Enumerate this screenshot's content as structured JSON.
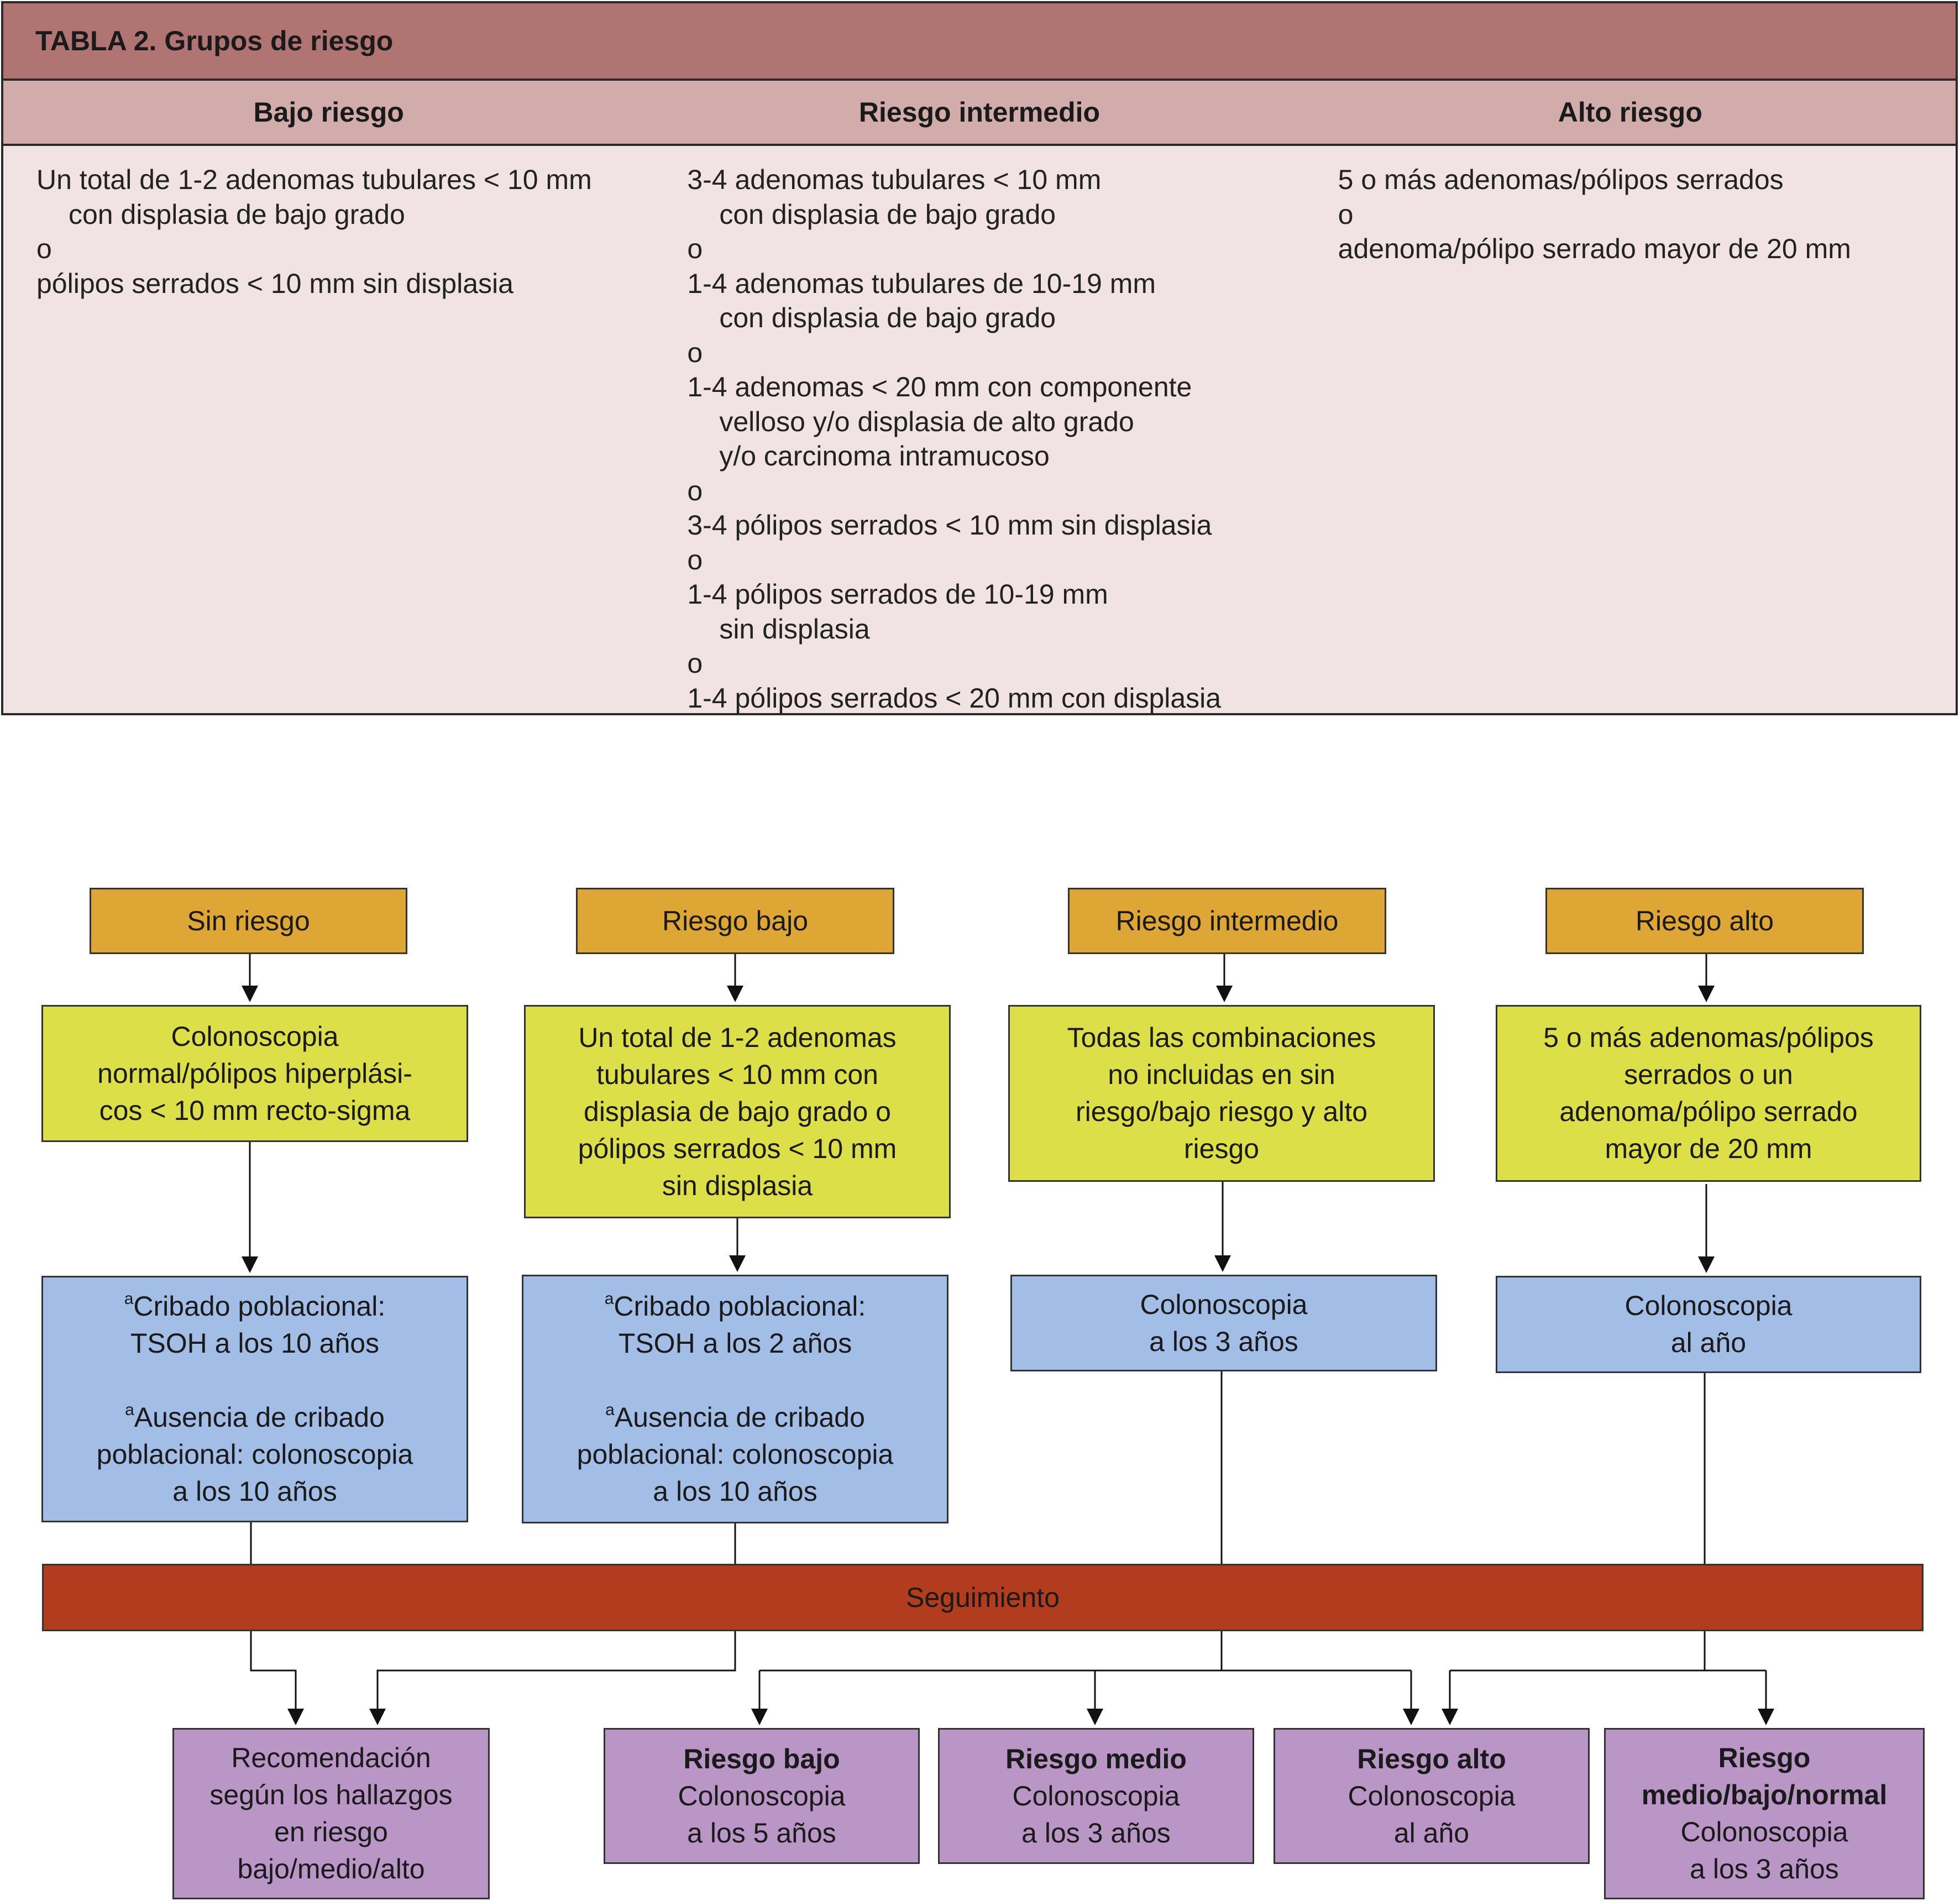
{
  "table": {
    "title": "TABLA 2. Grupos de riesgo",
    "headers": [
      "Bajo riesgo",
      "Riesgo intermedio",
      "Alto riesgo"
    ],
    "bajo": [
      "Un total de 1-2 adenomas tubulares < 10 mm",
      "con displasia de bajo grado",
      "o",
      "pólipos serrados < 10 mm sin displasia"
    ],
    "intermedio": [
      "3-4 adenomas tubulares < 10 mm",
      "con displasia de bajo grado",
      "o",
      "1-4 adenomas tubulares de 10-19 mm",
      "con displasia de bajo grado",
      "o",
      "1-4 adenomas < 20 mm con componente",
      "velloso y/o displasia de alto grado",
      "y/o carcinoma intramucoso",
      "o",
      "3-4 pólipos serrados < 10 mm sin displasia",
      "o",
      "1-4 pólipos serrados de 10-19 mm",
      "sin displasia",
      "o",
      "1-4 pólipos serrados < 20 mm con displasia"
    ],
    "alto": [
      "5 o más adenomas/pólipos serrados",
      "o",
      "adenoma/pólipo serrado mayor de 20 mm"
    ]
  },
  "flow": {
    "groups": [
      "Sin riesgo",
      "Riesgo bajo",
      "Riesgo intermedio",
      "Riesgo alto"
    ],
    "criteria": {
      "sin": [
        "Colonoscopia",
        "normal/pólipos hiperplási-",
        "cos < 10 mm recto-sigma"
      ],
      "bajo": [
        "Un total de 1-2 adenomas",
        "tubulares < 10 mm con",
        "displasia de bajo grado o",
        "pólipos serrados < 10 mm",
        "sin displasia"
      ],
      "intermedio": [
        "Todas las combinaciones",
        "no incluidas en sin",
        "riesgo/bajo riesgo y alto",
        "riesgo"
      ],
      "alto": [
        "5 o más adenomas/pólipos",
        "serrados o un",
        "adenoma/pólipo serrado",
        "mayor de 20 mm"
      ]
    },
    "actions": {
      "sin": {
        "sup": "a",
        "l1": "Cribado poblacional:",
        "l2": "TSOH a los 10 años",
        "l3": "Ausencia de cribado",
        "l4": "poblacional: colonoscopia",
        "l5": "a los 10 años"
      },
      "bajo": {
        "sup": "a",
        "l1": "Cribado poblacional:",
        "l2": "TSOH a los 2 años",
        "l3": "Ausencia de cribado",
        "l4": "poblacional: colonoscopia",
        "l5": "a los 10 años"
      },
      "intermedio": [
        "Colonoscopia",
        "a los 3 años"
      ],
      "alto": [
        "Colonoscopia",
        "al año"
      ]
    },
    "seguimiento": "Seguimiento",
    "outcomes": {
      "rec": [
        "Recomendación",
        "según los hallazgos",
        "en riesgo",
        "bajo/medio/alto"
      ],
      "bajo": {
        "title": "Riesgo bajo",
        "l1": "Colonoscopia",
        "l2": "a los 5 años"
      },
      "medio": {
        "title": "Riesgo medio",
        "l1": "Colonoscopia",
        "l2": "a los 3 años"
      },
      "alto": {
        "title": "Riesgo alto",
        "l1": "Colonoscopia",
        "l2": "al año"
      },
      "mbn": {
        "title1": "Riesgo",
        "title2": "medio/bajo/normal",
        "l1": "Colonoscopia",
        "l2": "a los 3 años"
      }
    },
    "colors": {
      "group": "#dea635",
      "criteria": "#dcdf47",
      "action": "#a2bde6",
      "seguimiento": "#b23c1e",
      "outcome": "#b996c5",
      "table_title": "#b07473",
      "table_header": "#d1acaa",
      "table_body": "#f1e3e3"
    }
  }
}
